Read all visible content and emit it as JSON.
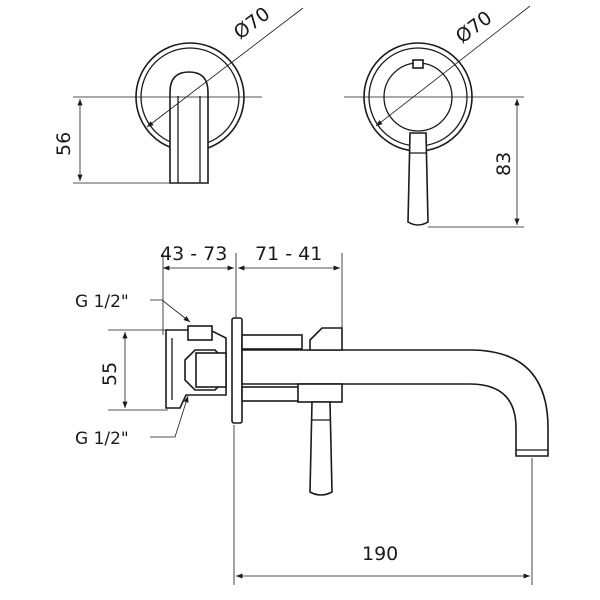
{
  "dimensions": {
    "left_rosette_diameter": "Ø70",
    "right_rosette_diameter": "Ø70",
    "left_rosette_height": "56",
    "right_lever_height": "83",
    "depth_range_left": "43 - 73",
    "depth_range_right": "71 - 41",
    "connection_top": "G 1/2\"",
    "connection_bottom": "G 1/2\"",
    "connection_spacing": "55",
    "spout_projection": "190"
  }
}
